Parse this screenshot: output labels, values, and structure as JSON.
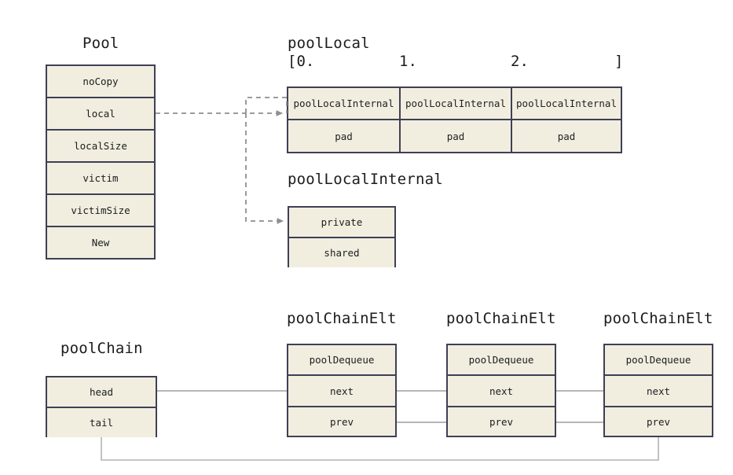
{
  "diagram": {
    "background": "#ffffff",
    "box_fill": "#f1eee0",
    "box_border": "#3f3f56",
    "solid_wire_color": "#9a9a9a",
    "dashed_wire_color": "#8a8a8a"
  },
  "pool": {
    "title": "Pool",
    "fields": [
      {
        "label": "noCopy"
      },
      {
        "label": "local"
      },
      {
        "label": "localSize"
      },
      {
        "label": "victim"
      },
      {
        "label": "victimSize"
      },
      {
        "label": "New"
      }
    ]
  },
  "pool_local": {
    "title": "poolLocal",
    "index_open": "[0.",
    "index_1": "1.",
    "index_2": "2.",
    "index_close": "]",
    "cells": [
      {
        "type": "poolLocalInternal",
        "pad": "pad"
      },
      {
        "type": "poolLocalInternal",
        "pad": "pad"
      },
      {
        "type": "poolLocalInternal",
        "pad": "pad"
      }
    ]
  },
  "pool_local_internal": {
    "title": "poolLocalInternal",
    "fields": [
      {
        "label": "private"
      },
      {
        "label": "shared"
      }
    ]
  },
  "pool_chain": {
    "title": "poolChain",
    "fields": [
      {
        "label": "head"
      },
      {
        "label": "tail"
      }
    ]
  },
  "pool_chain_elts": [
    {
      "title": "poolChainElt",
      "fields": [
        {
          "label": "poolDequeue"
        },
        {
          "label": "next"
        },
        {
          "label": "prev"
        }
      ]
    },
    {
      "title": "poolChainElt",
      "fields": [
        {
          "label": "poolDequeue"
        },
        {
          "label": "next"
        },
        {
          "label": "prev"
        }
      ]
    },
    {
      "title": "poolChainElt",
      "fields": [
        {
          "label": "poolDequeue"
        },
        {
          "label": "next"
        },
        {
          "label": "prev"
        }
      ]
    }
  ]
}
